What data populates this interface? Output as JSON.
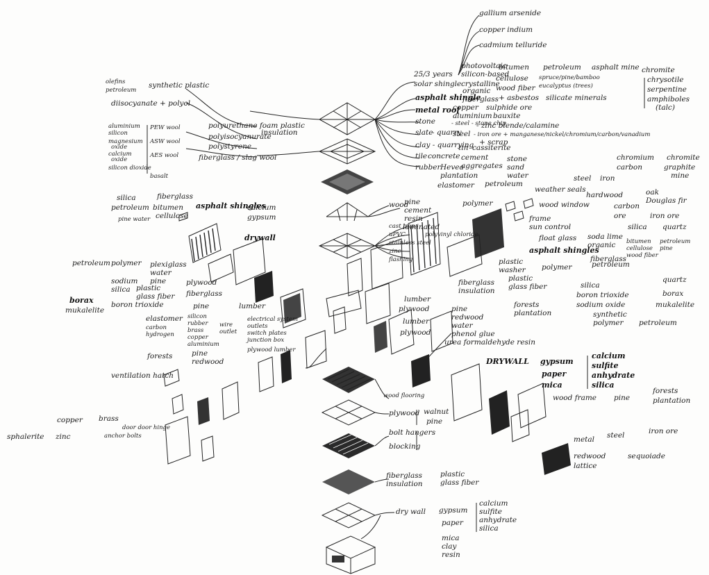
{
  "center_stack": [
    {
      "id": "roof"
    },
    {
      "id": "roof-frame"
    },
    {
      "id": "roof-deck"
    },
    {
      "id": "truss"
    },
    {
      "id": "ceiling"
    },
    {
      "id": "floor-slats"
    },
    {
      "id": "floor-grid"
    },
    {
      "id": "joists"
    },
    {
      "id": "insulation"
    },
    {
      "id": "drywall-plane"
    },
    {
      "id": "foundation"
    }
  ],
  "roof_right": {
    "gallium": "gallium arsenide",
    "copper_indium": "copper indium",
    "cadmium": "cadmium telluride",
    "photovoltaic": "photovoltaic",
    "silicon_based": "silicon-based",
    "crystalline": "crystalline",
    "sm_years": "25/3 years",
    "solar": "solar shingle",
    "asphalt": "asphalt shingle",
    "organic": "organic",
    "fiberglass": "fiberglass",
    "metal": "metal roof",
    "stone": "stone",
    "slate": "slate",
    "quarry": "- quarry",
    "clay": "clay - quarrying",
    "tile": "tile",
    "concrete": "concrete",
    "rubber": "rubber",
    "steel_stone_chip": "- steel - stone chip",
    "bitumen": "bitumen",
    "petroleum": "petroleum",
    "asphalt_mine": "asphalt mine",
    "cellulose": "cellulose",
    "spruce": "spruce/pine/bamboo",
    "eucalyptus": "eucalyptus (trees)",
    "wood_fiber": "wood fiber",
    "asbestos": "+ asbestos",
    "silicate": "silicate minerals",
    "chrysotile": "chrysotile",
    "serpentine": "serpentine",
    "amphiboles": "amphiboles",
    "talc": "(talc)",
    "chromite": "chromite",
    "copper": "copper",
    "sulphide": "sulphide ore",
    "aluminium": "aluminium",
    "bauxite": "bauxite",
    "zinc": "- zinc blende/calamine",
    "steel": "steel",
    "iron_ore": "- iron ore + manganese/nickel/chromium/carbon/vanadium",
    "scrap": "+ scrap",
    "tin": "tin",
    "cassiterite": "cassiterite",
    "cement": "cement",
    "aggregates": "aggregates",
    "sand": "sand",
    "water": "water",
    "hevea": "Hevea",
    "plantation": "plantation",
    "elastomer": "elastomer",
    "petroleum2": "petroleum"
  },
  "roof_left": {
    "olefins": "olefins",
    "petroleum": "petroleum",
    "synthetic_plastic": "synthetic plastic",
    "diisocyanate": "diisocyanate + polyol",
    "aluminium": "aluminium",
    "silicon": "silicon",
    "magnesium": "magnesium",
    "oxide": "oxide",
    "calcium": "calcium",
    "oxide2": "oxide",
    "silicon_dioxide": "silicon dioxide",
    "pew_wool": "PEW wool",
    "asw_wool": "ASW wool",
    "aes_wool": "AES wool",
    "basalt": "basalt",
    "polyurethane": "polyurethane foam plastic",
    "polyisocyanurate": "polyisocyanurate",
    "insulation": "insulation",
    "polystyrene": "polystyrene",
    "fiberglass_slag": "fiberglass / slag wool"
  },
  "middle_left": {
    "silica": "silica",
    "fiberglass": "fiberglass",
    "asphalt_shingles": "asphalt shingles",
    "petroleum": "petroleum",
    "bitumen": "bitumen",
    "cellulose": "cellulose",
    "calcium": "calcium",
    "gypsum": "gypsum",
    "pine_water": "pine water",
    "drywall": "drywall",
    "petroleum2": "petroleum",
    "polymer": "polymer",
    "plexiglass": "plexiglass",
    "water": "water",
    "pine": "pine",
    "sodium": "sodium",
    "silica2": "silica",
    "plastic": "plastic",
    "glass_fiber": "glass fiber",
    "plywood": "plywood",
    "fiberglass2": "fiberglass",
    "borax": "borax",
    "mukalelite": "mukalelite",
    "boron_trioxide": "boron trioxide",
    "pine2": "pine",
    "lumber": "lumber",
    "elastomer": "elastomer",
    "carbon": "carbon",
    "hydrogen": "hydrogen",
    "silicon": "silicon",
    "rubber": "rubber",
    "brass": "brass",
    "copper": "copper",
    "aluminium": "aluminium",
    "wire": "wire",
    "outlet": "outlet",
    "electrical": "electrical system",
    "outlets": "outlets",
    "switch_plates": "switch plates",
    "junction_box": "junction box",
    "forests": "forests",
    "pine3": "pine",
    "redwood": "redwood",
    "plywood_lumber": "plywood lumber",
    "ventilation": "ventilation hatch",
    "sphalerite": "sphalerite",
    "zinc": "zinc",
    "copper2": "copper",
    "brass2": "brass",
    "hinge_items": "door door hinge",
    "anchor_bolts": "anchor bolts"
  },
  "middle_right": {
    "chromium": "chromium",
    "chromite": "chromite",
    "carbon": "carbon",
    "graphite": "graphite",
    "mine": "mine",
    "steel": "steel",
    "iron": "iron",
    "weather_seals": "weather seals",
    "polymer": "polymer",
    "hardwood": "hardwood",
    "oak": "oak",
    "douglas_fir": "Douglas fir",
    "wood_window": "wood window",
    "carbon2": "carbon",
    "ore": "ore",
    "iron_ore": "iron ore",
    "frame": "frame",
    "sun_control": "sun control",
    "silica": "silica",
    "quartz": "quartz",
    "float_glass": "float glass",
    "soda_lime": "soda lime",
    "organic": "organic",
    "bitumen": "bitumen",
    "petroleum": "petroleum",
    "cellulose": "cellulose",
    "pine": "pine",
    "wood_fiber": "wood fiber",
    "asphalt_shingles": "asphalt shingles",
    "fiberglass": "fiberglass",
    "wood": "wood",
    "pine_t": "pine",
    "cement": "cement",
    "resin": "resin",
    "laminated": "laminated",
    "cast_iron": "cast iron",
    "upvc": "uPVC",
    "stainless": "stainless steel",
    "zinc": "zinc",
    "polyvinyl": "polyvinyl chloride",
    "flashing": "flashing",
    "plastic": "plastic",
    "washer": "washer",
    "polymer2": "polymer",
    "petroleum2": "petroleum",
    "fiberglass2": "fiberglass",
    "insulation": "insulation",
    "plastic2": "plastic",
    "glass_fiber": "glass fiber",
    "silica2": "silica",
    "quartz2": "quartz",
    "boron_trioxide": "boron trioxide",
    "borax": "borax",
    "sodium_oxide": "sodium oxide",
    "mukalelite": "mukalelite",
    "lumber": "lumber",
    "plywood": "plywood",
    "lumber2": "lumber",
    "plywood2": "plywood",
    "pine2": "pine",
    "redwood": "redwood",
    "water": "water",
    "forests": "forests",
    "plantation": "plantation",
    "phenol": "phenol glue",
    "urea": "urea formaldehyde resin",
    "synthetic": "synthetic",
    "polymer3": "polymer",
    "petroleum3": "petroleum",
    "drywall": "DRYWALL",
    "gypsum": "gypsum",
    "paper": "paper",
    "mica": "mica",
    "calcium": "calcium",
    "sulfite": "sulfite",
    "anhydrate": "anhydrate",
    "silica3": "silica",
    "wood_frame": "wood frame",
    "pine3": "pine",
    "forests2": "forests",
    "plantation2": "plantation",
    "metal": "metal",
    "steel2": "steel",
    "iron_ore2": "iron ore",
    "redwood2": "redwood",
    "sequoia": "sequoiade",
    "lattice": "lattice"
  },
  "bottom": {
    "wood_flooring": "wood flooring",
    "plywood": "plywood",
    "walnut": "walnut",
    "pine": "pine",
    "bolt_hangers": "bolt hangers",
    "blocking": "blocking",
    "fiberglass": "fiberglass",
    "insulation": "insulation",
    "plastic": "plastic",
    "glass_fiber": "glass fiber",
    "dry_wall": "dry wall",
    "gypsum": "gypsum",
    "paper": "paper",
    "calcium": "calcium",
    "sulfite": "sulfite",
    "anhydrate": "anhydrate",
    "silica": "silica",
    "mica": "mica",
    "clay": "clay",
    "resin": "resin"
  }
}
